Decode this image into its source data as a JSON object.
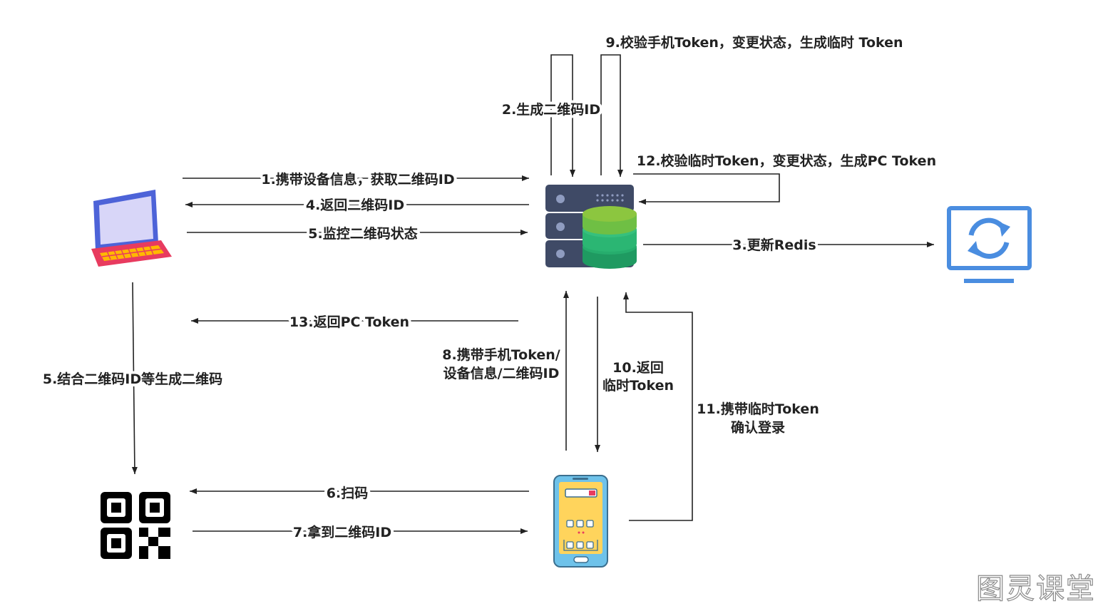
{
  "colors": {
    "line": "#222222",
    "laptop_frame": "#4d63d8",
    "laptop_screen": "#d8d6f8",
    "laptop_base": "#e83b5f",
    "laptop_keys": "#ffb800",
    "server_body": "#3f4a66",
    "db_green": "#2bb673",
    "db_light": "#8cc63f",
    "monitor_blue": "#4a8de0",
    "phone_body": "#6ec2ea",
    "phone_screen": "#ffd45c"
  },
  "icons": {
    "laptop": "laptop-icon",
    "server": "server-database-icon",
    "monitor": "refresh-monitor-icon",
    "qr": "qr-code-icon",
    "phone": "mobile-phone-icon"
  },
  "labels": {
    "step1": "1.携带设备信息，获取二维码ID",
    "step2": "2.生成二维码ID",
    "step3": "3.更新Redis",
    "step4": "4.返回二维码ID",
    "step5a": "5.监控二维码状态",
    "step5b": "5.结合二维码ID等生成二维码",
    "step6": "6.扫码",
    "step7": "7.拿到二维码ID",
    "step8_line1": "8.携带手机Token/",
    "step8_line2": "设备信息/二维码ID",
    "step9": "9.校验手机Token，变更状态，生成临时 Token",
    "step10_line1": "10.返回",
    "step10_line2": "临时Token",
    "step11_line1": "11.携带临时Token",
    "step11_line2": "确认登录",
    "step12": "12.校验临时Token，变更状态，生成PC Token",
    "step13": "13.返回PC Token"
  },
  "watermark": "图灵课堂"
}
